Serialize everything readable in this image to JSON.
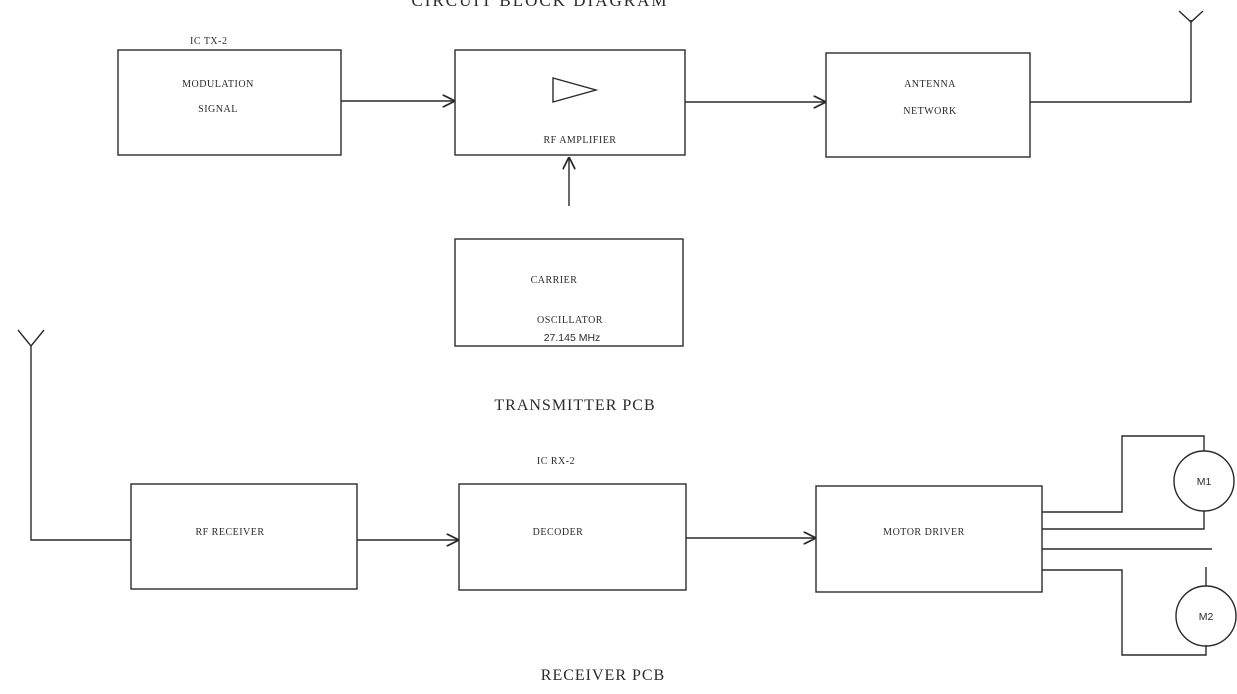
{
  "title": "CIRCUIT BLOCK DIAGRAM",
  "transmitter": {
    "ic_label": "IC TX-2",
    "modulation_line1": "MODULATION",
    "modulation_line2": "SIGNAL",
    "rf_amplifier": "RF AMPLIFIER",
    "antenna_line1": "ANTENNA",
    "antenna_line2": "NETWORK",
    "carrier_line1": "CARRIER",
    "carrier_line2": "OSCILLATOR",
    "carrier_freq": "27.145 MHz",
    "section_label": "TRANSMITTER PCB"
  },
  "receiver": {
    "ic_label": "IC RX-2",
    "rf_receiver": "RF RECEIVER",
    "decoder": "DECODER",
    "motor_driver": "MOTOR DRIVER",
    "motor1": "M1",
    "motor2": "M2",
    "section_label": "RECEIVER PCB"
  }
}
